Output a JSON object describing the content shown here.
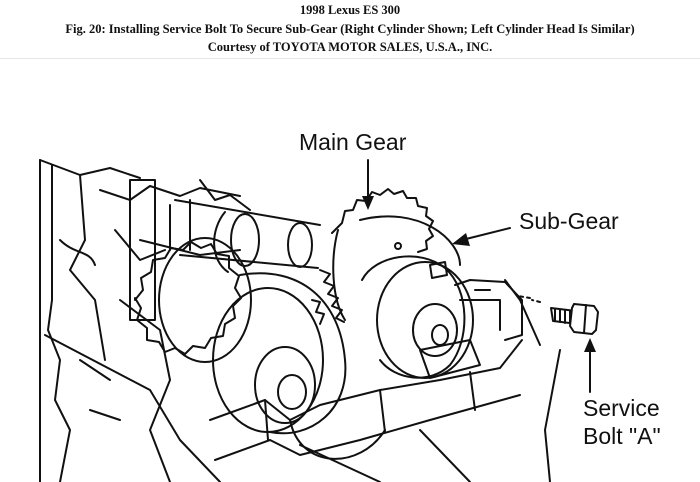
{
  "header": {
    "line1": "1998 Lexus ES 300",
    "line2": "Fig. 20: Installing Service Bolt To Secure Sub-Gear (Right Cylinder Shown; Left Cylinder Head Is Similar)",
    "line3": "Courtesy of TOYOTA MOTOR SALES, U.S.A., INC."
  },
  "labels": {
    "main_gear": "Main Gear",
    "sub_gear": "Sub-Gear",
    "service_line1": "Service",
    "service_line2": "Bolt \"A\""
  },
  "colors": {
    "ink": "#111111",
    "background": "#ffffff"
  },
  "icons": [
    "main-gear-icon",
    "sub-gear-icon",
    "service-bolt-icon",
    "camshaft-icon",
    "cylinder-head-icon"
  ]
}
